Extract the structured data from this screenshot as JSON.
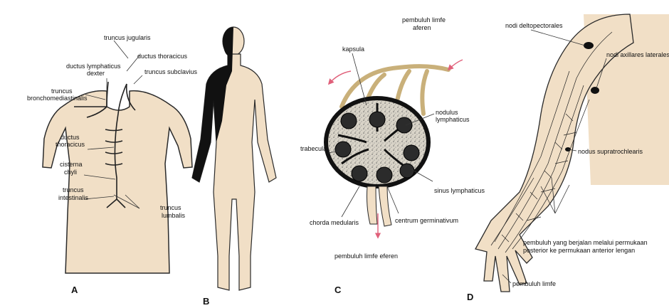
{
  "colors": {
    "skin": "#f1dfc6",
    "outline": "#2a2a2a",
    "node": "#2b2b2b",
    "arrow": "#e0607a",
    "shade": "#111111"
  },
  "panels": {
    "a": {
      "letter": "A",
      "labels": {
        "truncus_jugularis": "truncus jugularis",
        "ductus_lymphaticus": "ductus lymphaticus",
        "dexter": "dexter",
        "ductus_thoracicus_top": "ductus thoracicus",
        "truncus_subclavius": "truncus subclavius",
        "truncus_broncho_1": "truncus",
        "truncus_broncho_2": "bronchomediastinalis",
        "ductus_thoracicus_mid_1": "ductus",
        "ductus_thoracicus_mid_2": "thoracicus",
        "cisterna_1": "cisterna",
        "cisterna_2": "chyli",
        "truncus_intestinalis_1": "truncus",
        "truncus_intestinalis_2": "intestinalis",
        "truncus_lumbalis_1": "truncus",
        "truncus_lumbalis_2": "lumbalis"
      }
    },
    "b": {
      "letter": "B"
    },
    "c": {
      "letter": "C",
      "labels": {
        "kapsula": "kapsula",
        "aferen_1": "pembuluh limfe",
        "aferen_2": "aferen",
        "nodulus_1": "nodulus",
        "nodulus_2": "lymphaticus",
        "trabecula": "trabecula",
        "sinus": "sinus lymphaticus",
        "chorda": "chorda medularis",
        "centrum": "centrum germinativum",
        "eferen": "pembuluh limfe eferen"
      }
    },
    "d": {
      "letter": "D",
      "labels": {
        "deltopectorales": "nodi deltopectorales",
        "axillares": "nodi axillares laterales",
        "supratrochlearis": "nodus supratrochlearis",
        "permukaan_1": "pembuluh yang berjalan melalui permukaan",
        "permukaan_2": "posterior ke permukaan anterior lengan",
        "limfe": "pembuluh limfe"
      }
    }
  }
}
